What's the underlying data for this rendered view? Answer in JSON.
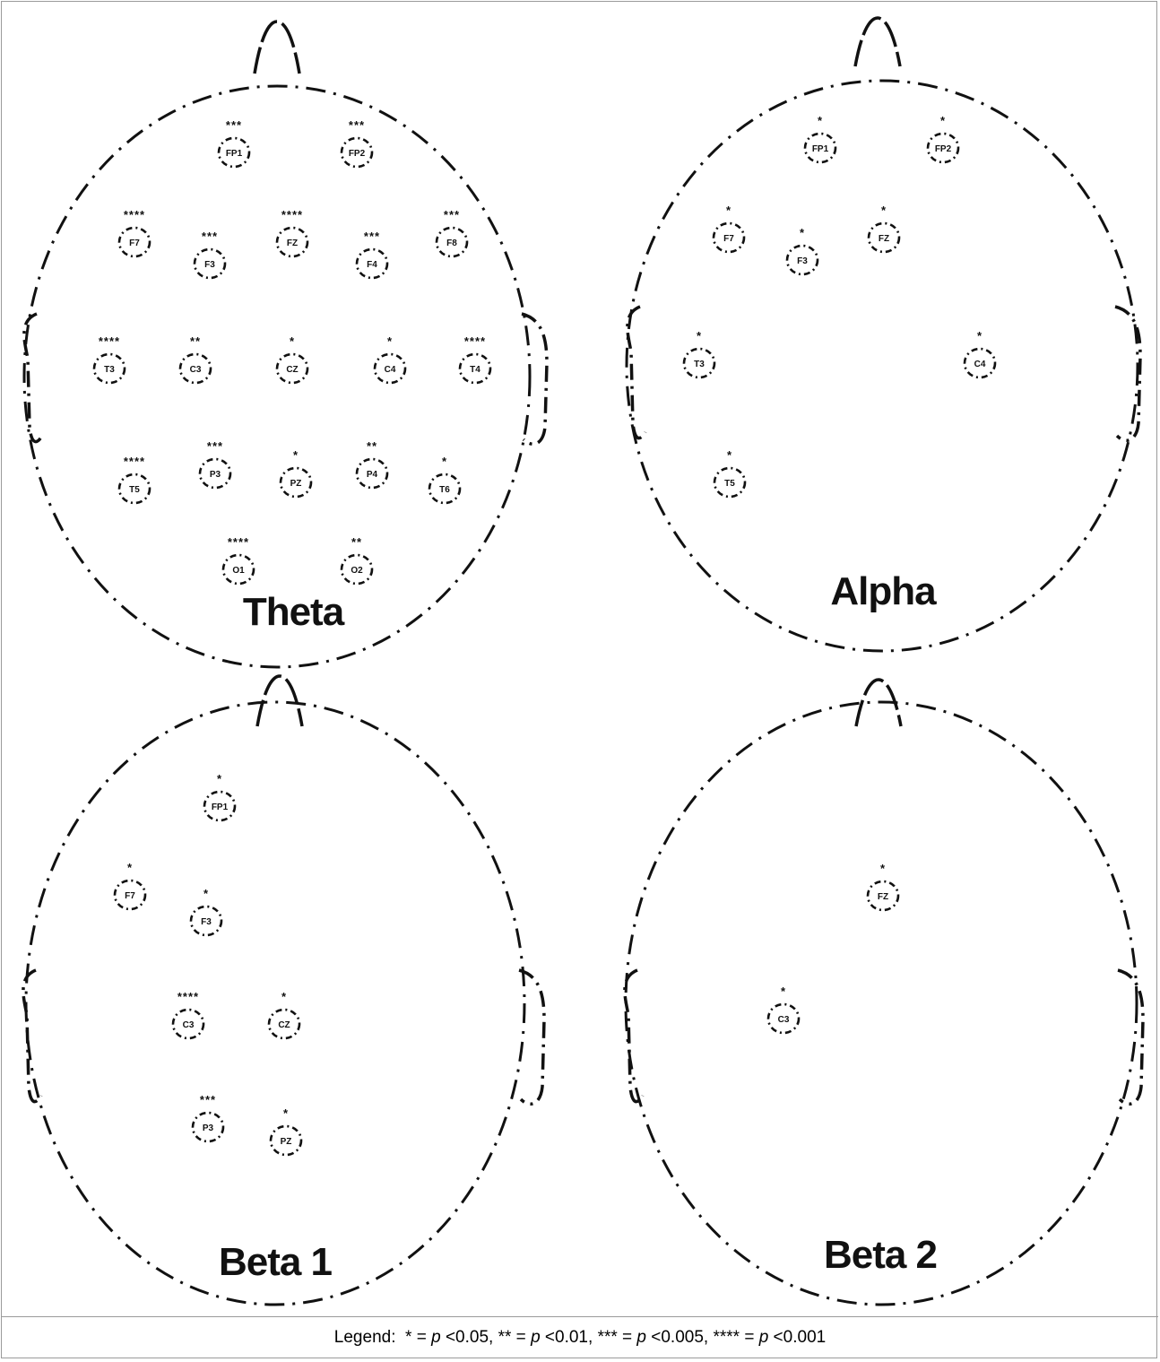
{
  "panels": [
    {
      "band": "Theta",
      "electrodes": [
        {
          "label": "FP1",
          "stars": "***"
        },
        {
          "label": "FP2",
          "stars": "***"
        },
        {
          "label": "F7",
          "stars": "****"
        },
        {
          "label": "F3",
          "stars": "***"
        },
        {
          "label": "FZ",
          "stars": "****"
        },
        {
          "label": "F4",
          "stars": "***"
        },
        {
          "label": "F8",
          "stars": "***"
        },
        {
          "label": "T3",
          "stars": "****"
        },
        {
          "label": "C3",
          "stars": "**"
        },
        {
          "label": "CZ",
          "stars": "*"
        },
        {
          "label": "C4",
          "stars": "*"
        },
        {
          "label": "T4",
          "stars": "****"
        },
        {
          "label": "T5",
          "stars": "****"
        },
        {
          "label": "P3",
          "stars": "***"
        },
        {
          "label": "PZ",
          "stars": "*"
        },
        {
          "label": "P4",
          "stars": "**"
        },
        {
          "label": "T6",
          "stars": "*"
        },
        {
          "label": "O1",
          "stars": "****"
        },
        {
          "label": "O2",
          "stars": "**"
        }
      ]
    },
    {
      "band": "Alpha",
      "electrodes": [
        {
          "label": "FP1",
          "stars": "*"
        },
        {
          "label": "FP2",
          "stars": "*"
        },
        {
          "label": "F7",
          "stars": "*"
        },
        {
          "label": "F3",
          "stars": "*"
        },
        {
          "label": "FZ",
          "stars": "*"
        },
        {
          "label": "T3",
          "stars": "*"
        },
        {
          "label": "C4",
          "stars": "*"
        },
        {
          "label": "T5",
          "stars": "*"
        }
      ]
    },
    {
      "band": "Beta 1",
      "electrodes": [
        {
          "label": "FP1",
          "stars": "*"
        },
        {
          "label": "F7",
          "stars": "*"
        },
        {
          "label": "F3",
          "stars": "*"
        },
        {
          "label": "C3",
          "stars": "****"
        },
        {
          "label": "CZ",
          "stars": "*"
        },
        {
          "label": "P3",
          "stars": "***"
        },
        {
          "label": "PZ",
          "stars": "*"
        }
      ]
    },
    {
      "band": "Beta 2",
      "electrodes": [
        {
          "label": "FZ",
          "stars": "*"
        },
        {
          "label": "C3",
          "stars": "*"
        }
      ]
    }
  ],
  "legend": {
    "prefix": "Legend:  ",
    "items": [
      {
        "stars": "*",
        "p": "p",
        "threshold": " <0.05"
      },
      {
        "stars": "**",
        "p": "p",
        "threshold": " <0.01"
      },
      {
        "stars": "***",
        "p": "p",
        "threshold": " <0.005"
      },
      {
        "stars": "****",
        "p": "p",
        "threshold": " <0.001"
      }
    ],
    "equals": " = ",
    "separator": ", "
  }
}
